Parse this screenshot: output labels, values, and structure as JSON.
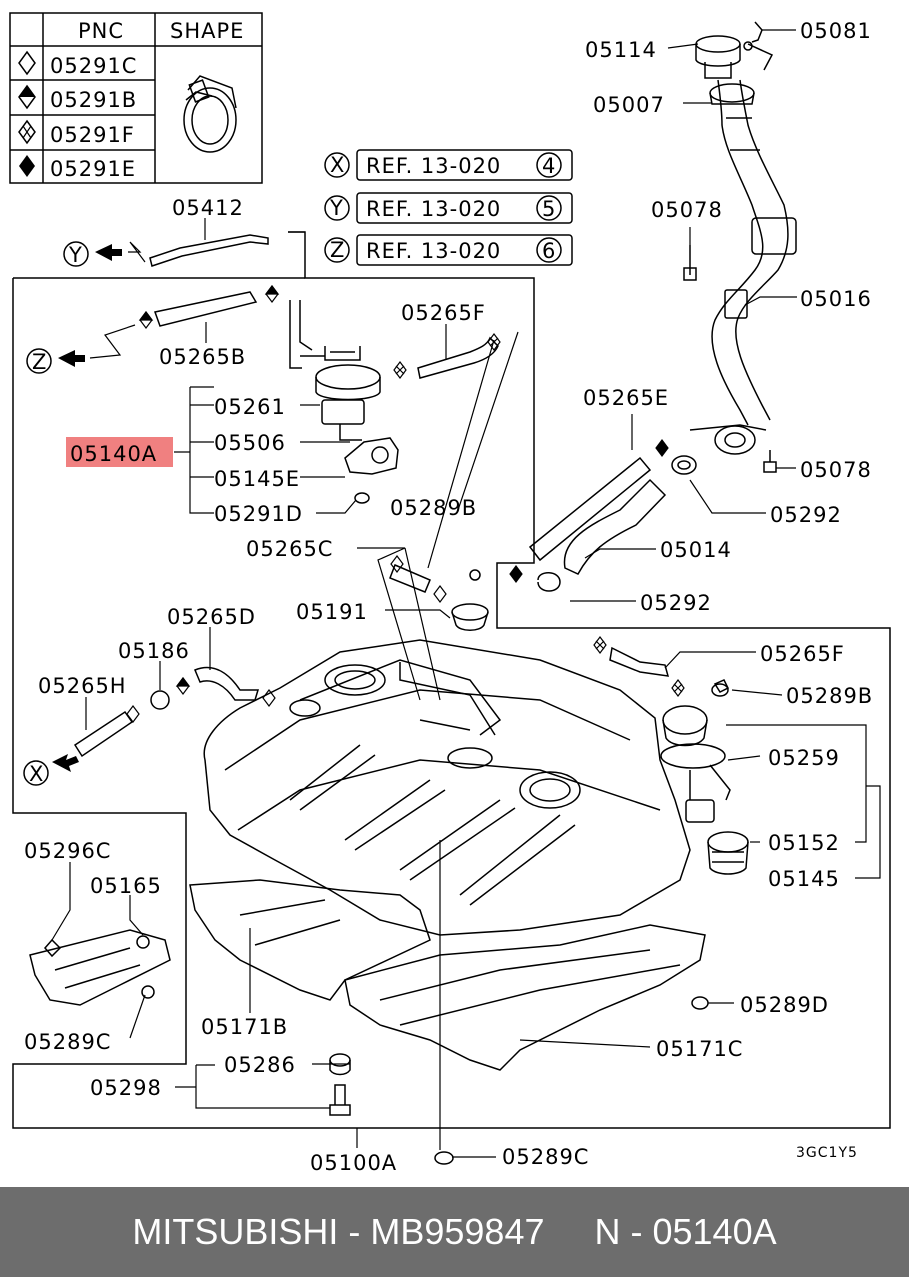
{
  "legend": {
    "headers": {
      "pnc": "PNC",
      "shape": "SHAPE"
    },
    "rows": [
      {
        "symbol": "diamond-outline",
        "code": "05291C"
      },
      {
        "symbol": "diamond-half",
        "code": "05291B"
      },
      {
        "symbol": "diamond-cross",
        "code": "05291F"
      },
      {
        "symbol": "diamond-solid",
        "code": "05291E"
      }
    ]
  },
  "refs": [
    {
      "letter": "X",
      "text": "REF. 13-020",
      "num": "4"
    },
    {
      "letter": "Y",
      "text": "REF. 13-020",
      "num": "5"
    },
    {
      "letter": "Z",
      "text": "REF. 13-020",
      "num": "6"
    }
  ],
  "connectors": {
    "y": "Y",
    "z": "Z",
    "x": "X"
  },
  "parts": {
    "p05114": "05114",
    "p05081": "05081",
    "p05007": "05007",
    "p05078a": "05078",
    "p05016": "05016",
    "p05078b": "05078",
    "p05412": "05412",
    "p05265f_top": "05265F",
    "p05265b": "05265B",
    "p05261": "05261",
    "p05140a": "05140A",
    "p05506": "05506",
    "p05145e": "05145E",
    "p05291d": "05291D",
    "p05289b_top": "05289B",
    "p05265e": "05265E",
    "p05292a": "05292",
    "p05014": "05014",
    "p05265c": "05265C",
    "p05292b": "05292",
    "p05191": "05191",
    "p05265d": "05265D",
    "p05186": "05186",
    "p05265h": "05265H",
    "p05265f_mid": "05265F",
    "p05289b_mid": "05289B",
    "p05259": "05259",
    "p05152": "05152",
    "p05145": "05145",
    "p05296c": "05296C",
    "p05165": "05165",
    "p05289c_left": "05289C",
    "p05171b": "05171B",
    "p05289d": "05289D",
    "p05171c": "05171C",
    "p05286": "05286",
    "p05298": "05298",
    "p05100a": "05100A",
    "p05289c_bottom": "05289C"
  },
  "diagram_code": "3GC1Y5",
  "footer": {
    "text": "MITSUBISHI - MB959847     N - 05140A"
  },
  "colors": {
    "highlight": "#f08080",
    "footer_bg": "#6d6d6d",
    "footer_text": "#ffffff"
  }
}
